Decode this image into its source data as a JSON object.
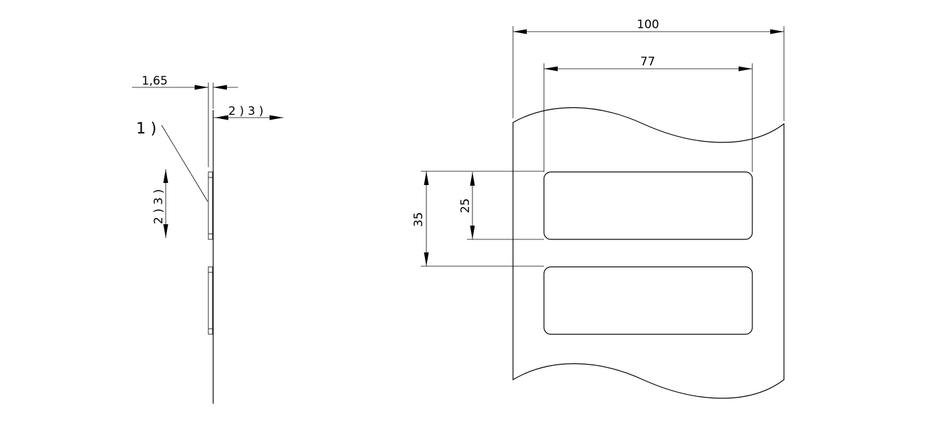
{
  "side_view": {
    "thickness_label": "1,65",
    "callout_label": "1 )",
    "offset_label": "2 ) 3 )",
    "height_label": "2 ) 3 )"
  },
  "front_view": {
    "overall_width_label": "100",
    "label_width_label": "77",
    "pitch_label": "35",
    "label_height_label": "25"
  }
}
